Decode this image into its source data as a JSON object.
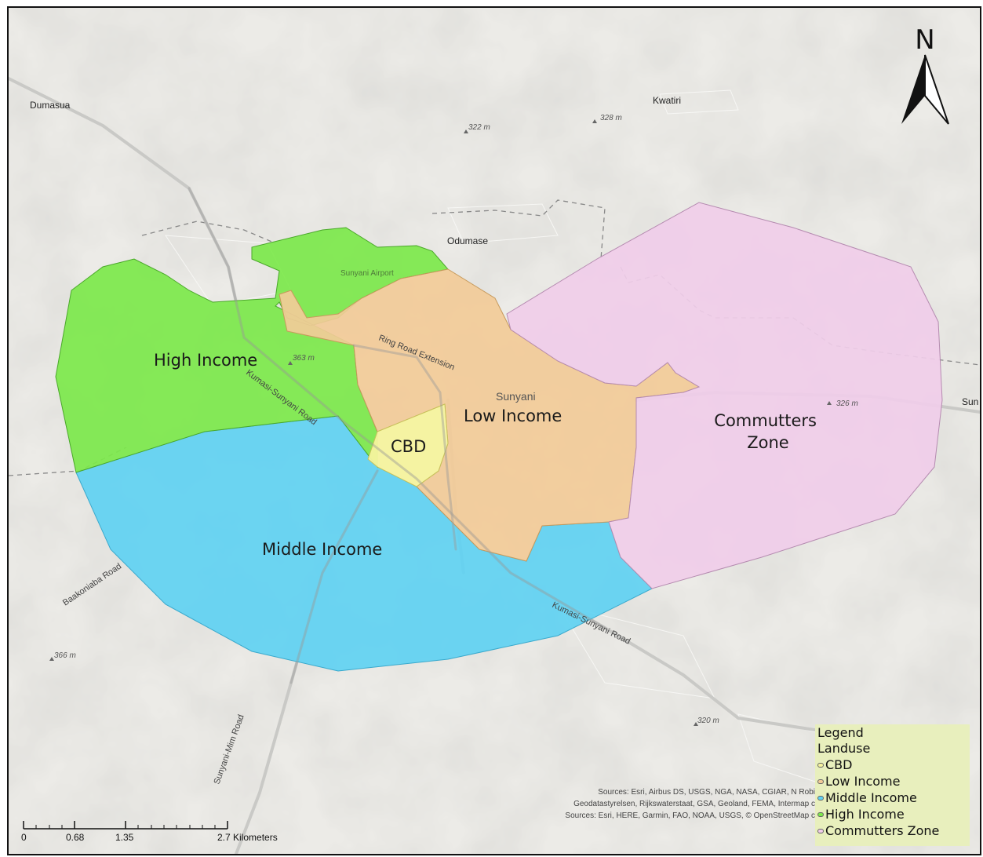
{
  "map": {
    "north_label": "N",
    "zones": [
      {
        "key": "high",
        "label_lines": [
          "High Income"
        ],
        "color": "#7ce84b"
      },
      {
        "key": "low",
        "label_lines": [
          "Low Income"
        ],
        "color": "#f2cb98"
      },
      {
        "key": "cbd",
        "label_lines": [
          "CBD"
        ],
        "color": "#f6f39e"
      },
      {
        "key": "middle",
        "label_lines": [
          "Middle Income"
        ],
        "color": "#5fd1f2"
      },
      {
        "key": "commuters",
        "label_lines": [
          "Commutters",
          "Zone"
        ],
        "color": "#f0cde9"
      }
    ],
    "places": [
      "Dumasua",
      "Kwatiri",
      "Odumase",
      "Sunyani Airport",
      "Sunyani",
      "Sun"
    ],
    "elevations": [
      "322 m",
      "328 m",
      "363 m",
      "326 m",
      "366 m",
      "320 m"
    ],
    "roads": [
      "Ring Road Extension",
      "Kumasi-Sunyani Road",
      "Kumasi-Sunyani Road",
      "Baakoniaba Road",
      "Sunyani-Mim Road"
    ]
  },
  "legend": {
    "title": "Legend",
    "subtitle": "Landuse",
    "items": [
      {
        "label": "CBD",
        "color": "#f6f39e"
      },
      {
        "label": "Low Income",
        "color": "#f2cb98"
      },
      {
        "label": "Middle Income",
        "color": "#5fd1f2"
      },
      {
        "label": "High Income",
        "color": "#7ce84b"
      },
      {
        "label": "Commutters Zone",
        "color": "#f0cde9"
      }
    ]
  },
  "attribution": [
    "Sources: Esri, Airbus DS, USGS, NGA, NASA, CGIAR, N Robi",
    "Geodatastyrelsen, Rijkswaterstaat, GSA, Geoland, FEMA, Intermap c",
    "Sources: Esri, HERE, Garmin, FAO, NOAA, USGS, © OpenStreetMap c"
  ],
  "scalebar": {
    "labels": [
      "0",
      "0.68",
      "1.35",
      "2.7 Kilometers"
    ]
  }
}
